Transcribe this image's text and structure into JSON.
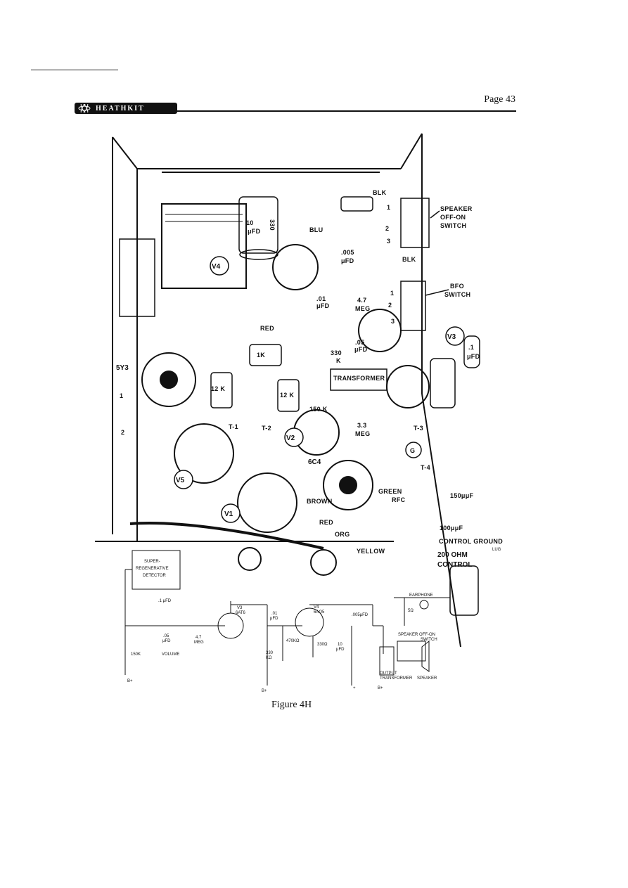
{
  "page": {
    "number": "Page 43",
    "brand": "HEATHKIT",
    "caption": "Figure 4H"
  },
  "pictorial": {
    "tubes": [
      "V4",
      "V3",
      "V2",
      "V5",
      "V1"
    ],
    "tube_types": [
      "5Y3",
      "6C4"
    ],
    "components": [
      "10",
      "μFD",
      "330",
      "BLU",
      ".005",
      "μFD",
      ".01",
      "μFD",
      "4.7",
      "MEG",
      ".05",
      "μFD",
      "330",
      "K",
      "1K",
      "12 K",
      "12 K",
      "150 K",
      "3.3",
      "MEG",
      ".1",
      "μFD",
      "RED",
      "BLK",
      "BLK"
    ],
    "transformer": "TRANSFORMER",
    "terminals": [
      "T-1",
      "T-2",
      "T-3",
      "T-4",
      "G"
    ],
    "lead_labels": [
      "GREEN",
      "BROWN",
      "RFC",
      "RED",
      "ORG",
      "YELLOW"
    ],
    "callouts": {
      "speaker_switch": [
        "SPEAKER",
        "OFF-ON",
        "SWITCH"
      ],
      "bfo_switch": [
        "BFO",
        "SWITCH"
      ],
      "cap_150": "150μμF",
      "cap_100": "100μμF",
      "control_ground": "CONTROL GROUND",
      "lug": "LUG",
      "ohm_200": "200 OHM",
      "control": "CONTROL"
    },
    "switch_numbers": [
      "1",
      "2",
      "3",
      "1",
      "2",
      "3"
    ],
    "pin_numbers": [
      "1",
      "2"
    ]
  },
  "schematic": {
    "block": [
      "SUPER-",
      "REGENERATIVE",
      "DETECTOR"
    ],
    "parts": {
      "c_top": ".1 μFD",
      "c_vol": [
        ".05",
        "μFD"
      ],
      "r_vol": "150K",
      "vol_label": "VOLUME",
      "r_47": [
        "4.7",
        "MEG"
      ],
      "v3": [
        "V3",
        "6AT6"
      ],
      "c_01": [
        ".01",
        "μFD"
      ],
      "r_330k": [
        "330",
        "KΩ"
      ],
      "r_470k": "470KΩ",
      "v4": [
        "V4",
        "6AQ5"
      ],
      "r_330": "330Ω",
      "c_10": [
        "10",
        "μFD"
      ],
      "c_005": ".005μFD",
      "earphone": "EARPHONE",
      "r_5": "5Ω",
      "spk_switch": [
        "SPEAKER OFF-ON",
        "SWITCH"
      ],
      "output_tr": [
        "OUTPUT",
        "TRANSFORMER"
      ],
      "speaker": "SPEAKER",
      "bplus": [
        "B+",
        "B+",
        "+",
        "B+"
      ]
    }
  }
}
